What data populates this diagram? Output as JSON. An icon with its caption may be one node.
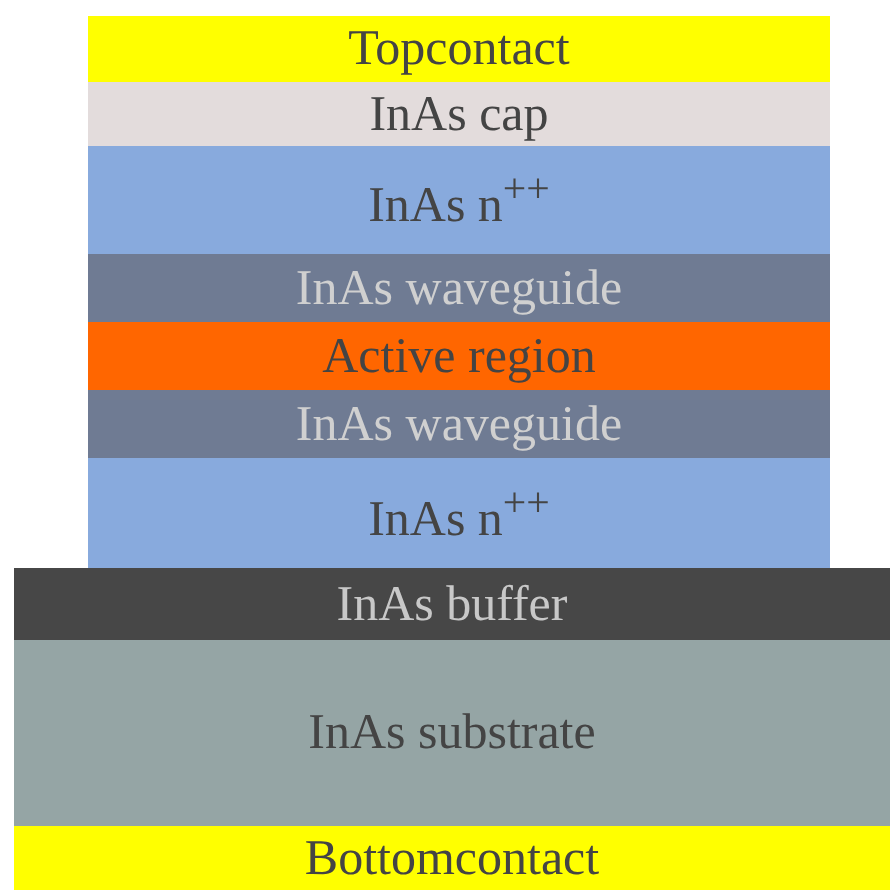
{
  "diagram": {
    "nodes": [
      {
        "text": [
          "Topcontact"
        ]
      },
      {
        "text": [
          "InAs cap"
        ]
      },
      {
        "text": [
          "InAs n$^{++}$"
        ]
      },
      {
        "text": [
          "InAs waveguide"
        ]
      },
      {
        "text": [
          "Active region"
        ]
      },
      {
        "text": [
          "InAs waveguide"
        ]
      },
      {
        "text": [
          "InAs n$^{++}$"
        ]
      },
      {
        "text": [
          "InAs buffer"
        ]
      },
      {
        "text": [
          "InAs substrate"
        ]
      },
      {
        "text": [
          "Bottomcontact"
        ]
      }
    ]
  }
}
